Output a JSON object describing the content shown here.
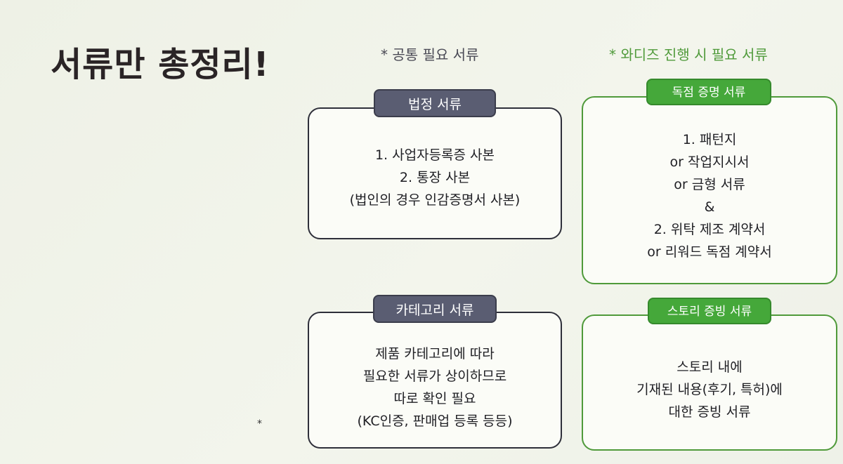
{
  "title": "서류만 총정리!",
  "captions": {
    "common": "* 공통 필요 서류",
    "wadiz": "* 와디즈 진행 시 필요 서류"
  },
  "boxes": {
    "legal": {
      "label": "법정 서류",
      "lines": [
        "1. 사업자등록증 사본",
        "2. 통장 사본",
        "(법인의 경우 인감증명서 사본)"
      ]
    },
    "category": {
      "label": "카테고리 서류",
      "lines": [
        "제품 카테고리에 따라",
        "필요한 서류가 상이하므로",
        "따로 확인 필요",
        "(KC인증, 판매업 등록 등등)"
      ]
    },
    "exclusive": {
      "label": "독점 증명 서류",
      "lines": [
        "1. 패턴지",
        "or 작업지시서",
        "or 금형 서류",
        "&",
        "2. 위탁 제조 계약서",
        "or 리워드 독점 계약서"
      ]
    },
    "story": {
      "label": "스토리 증빙 서류",
      "lines": [
        "스토리 내에",
        "기재된 내용(후기, 특허)에",
        "대한 증빙 서류"
      ]
    }
  },
  "stray_mark": "*",
  "colors": {
    "dark_label_bg": "#5a5d72",
    "green_label_bg": "#45a83a",
    "green_text": "#4f9a3a",
    "dark_border": "#2e2f3a"
  }
}
